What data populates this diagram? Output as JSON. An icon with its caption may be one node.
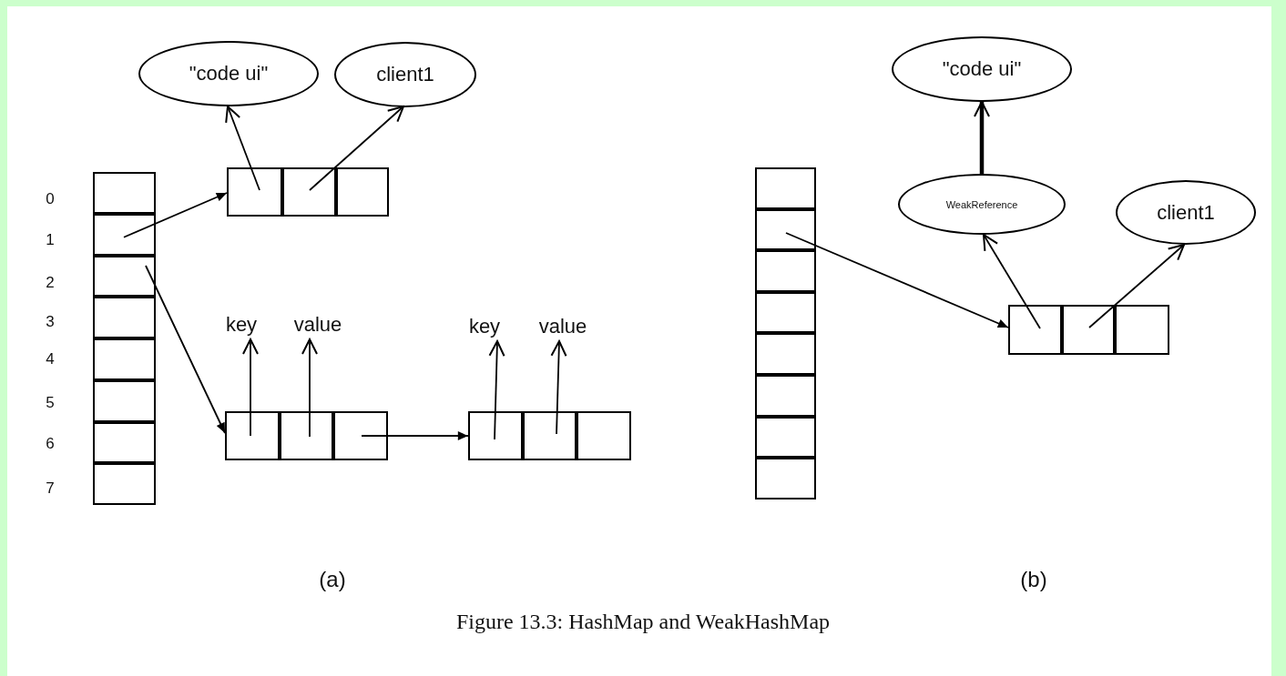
{
  "diagram": {
    "caption": "Figure 13.3: HashMap and WeakHashMap",
    "nodes": [
      {
        "text": [
          "\"code ui\""
        ]
      },
      {
        "text": [
          "client1"
        ]
      },
      {
        "text": [],
        "shape": "box"
      },
      {
        "text": [],
        "shape": "box"
      },
      {
        "text": [],
        "shape": "box"
      },
      {
        "text": [],
        "shape": "box"
      },
      {
        "text": [],
        "shape": "box"
      },
      {
        "text": [],
        "shape": "box"
      },
      {
        "text": [],
        "shape": "box"
      },
      {
        "text": [],
        "shape": "box"
      },
      {
        "text": [],
        "shape": "box"
      },
      {
        "text": [],
        "shape": "box"
      },
      {
        "text": [],
        "shape": "box"
      },
      {
        "text": [
          "key"
        ]
      },
      {
        "text": [
          "value"
        ]
      },
      {
        "text": [
          "key"
        ]
      },
      {
        "text": [
          "value"
        ]
      },
      {
        "text": [],
        "shape": "box"
      },
      {
        "text": [],
        "shape": "box"
      },
      {
        "text": [],
        "shape": "box"
      },
      {
        "text": [],
        "shape": "box"
      },
      {
        "text": [],
        "shape": "box"
      },
      {
        "text": [],
        "shape": "box"
      },
      {
        "text": [
          "\"code ui\""
        ]
      },
      {
        "text": [
          "WeakReference"
        ]
      },
      {
        "text": [
          "client1"
        ]
      },
      {
        "text": [],
        "shape": "box"
      },
      {
        "text": [],
        "shape": "box"
      },
      {
        "text": [],
        "shape": "box"
      },
      {
        "text": [],
        "shape": "box"
      },
      {
        "text": [],
        "shape": "box"
      },
      {
        "text": [],
        "shape": "box"
      },
      {
        "text": [],
        "shape": "box"
      },
      {
        "text": [],
        "shape": "box"
      },
      {
        "text": [],
        "shape": "box"
      },
      {
        "text": [],
        "shape": "box"
      },
      {
        "text": [],
        "shape": "box"
      }
    ],
    "edges": [
      {
        "from": 3,
        "to": 10,
        "arrow": "to"
      },
      {
        "from": 10,
        "to": 0,
        "arrow": "to"
      },
      {
        "from": 11,
        "to": 1,
        "arrow": "to"
      },
      {
        "from": 4,
        "to": 17,
        "arrow": "to"
      },
      {
        "from": 17,
        "to": 13,
        "arrow": "to"
      },
      {
        "from": 18,
        "to": 14,
        "arrow": "to"
      },
      {
        "from": 19,
        "to": 20,
        "arrow": "to"
      },
      {
        "from": 20,
        "to": 15,
        "arrow": "to"
      },
      {
        "from": 21,
        "to": 16,
        "arrow": "to"
      },
      {
        "from": 27,
        "to": 34,
        "arrow": "to"
      },
      {
        "from": 34,
        "to": 24,
        "arrow": "to"
      },
      {
        "from": 35,
        "to": 25,
        "arrow": "to"
      },
      {
        "from": 24,
        "to": 23,
        "arrow": "to",
        "style": "thick"
      }
    ],
    "labels": [
      "0",
      "1",
      "2",
      "3",
      "4",
      "5",
      "6",
      "7",
      "(a)",
      "(b)"
    ]
  }
}
